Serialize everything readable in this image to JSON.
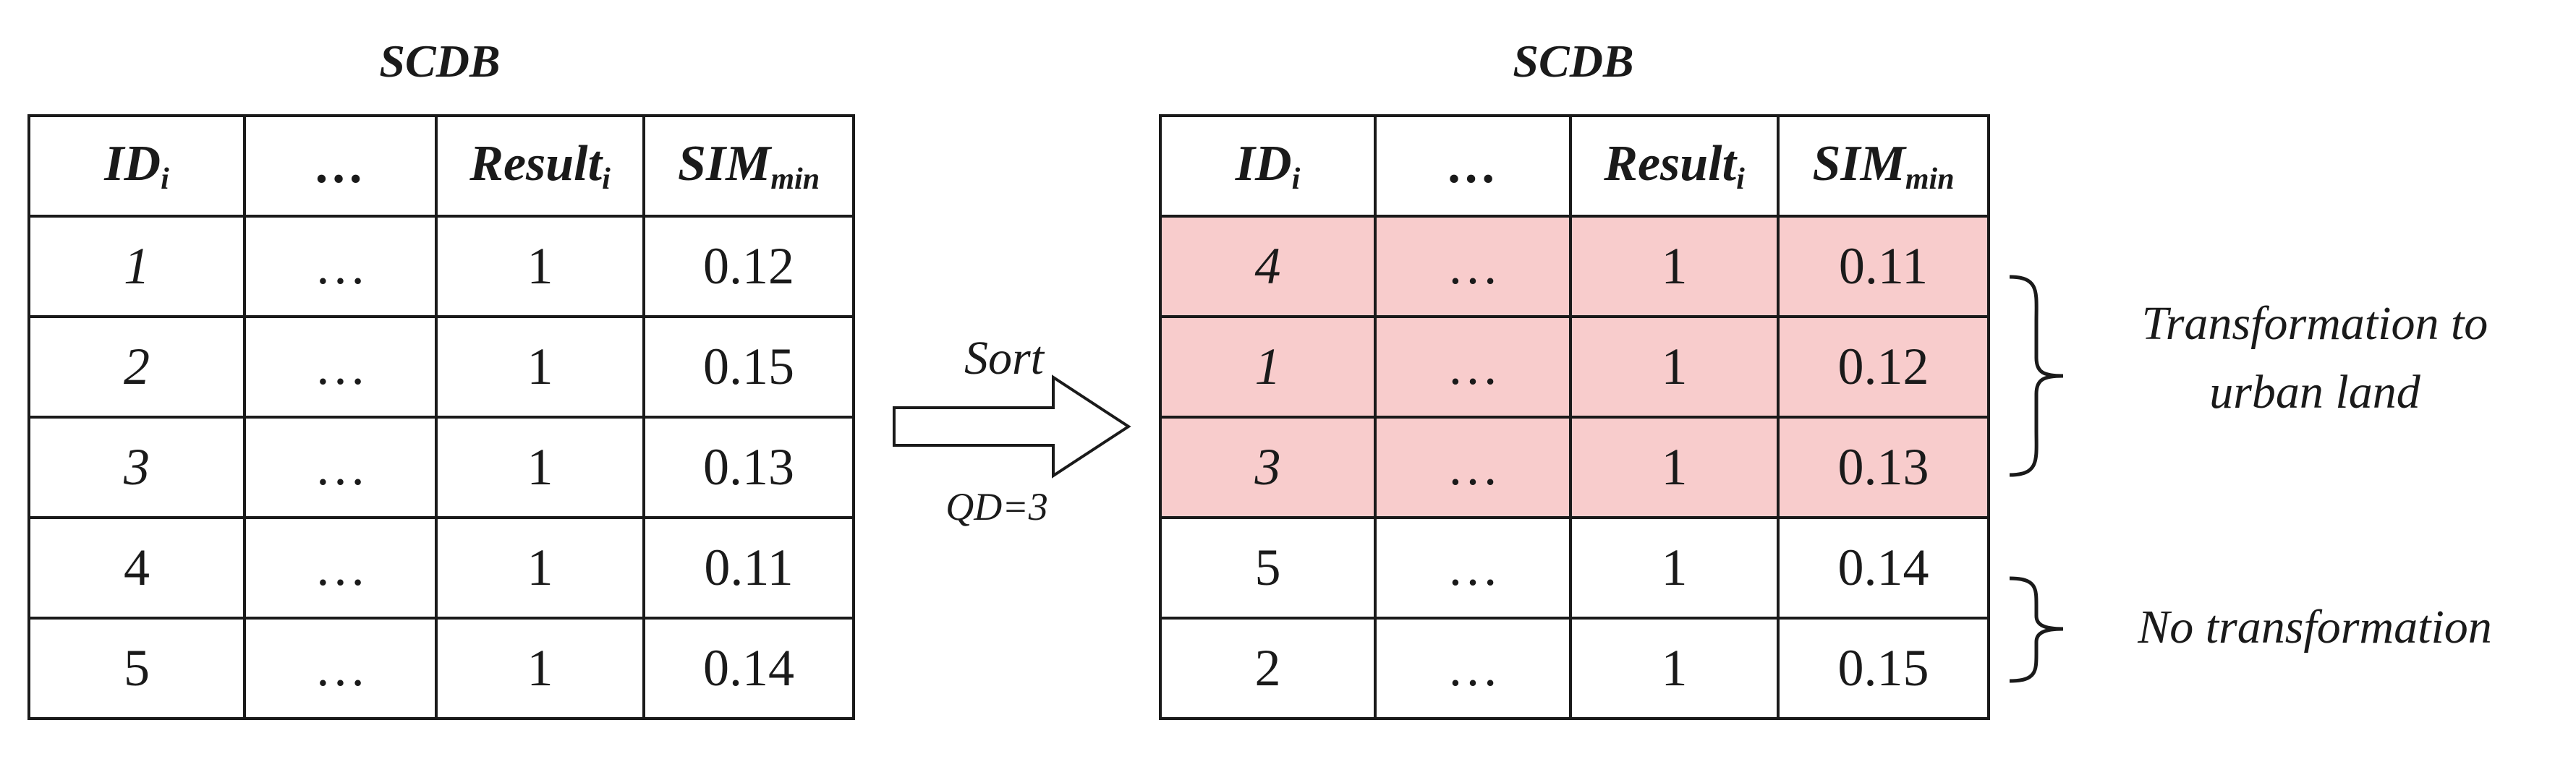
{
  "left": {
    "title": "SCDB",
    "headers": [
      "ID",
      "…",
      "Result",
      "SIM"
    ],
    "header_subs": [
      "i",
      "",
      "i",
      "min"
    ],
    "rows": [
      [
        "1",
        "…",
        "1",
        "0.12"
      ],
      [
        "2",
        "…",
        "1",
        "0.15"
      ],
      [
        "3",
        "…",
        "1",
        "0.13"
      ],
      [
        "4",
        "…",
        "1",
        "0.11"
      ],
      [
        "5",
        "…",
        "1",
        "0.14"
      ]
    ]
  },
  "right": {
    "title": "SCDB",
    "headers": [
      "ID",
      "…",
      "Result",
      "SIM"
    ],
    "header_subs": [
      "i",
      "",
      "i",
      "min"
    ],
    "rows": [
      [
        "4",
        "…",
        "1",
        "0.11"
      ],
      [
        "1",
        "…",
        "1",
        "0.12"
      ],
      [
        "3",
        "…",
        "1",
        "0.13"
      ],
      [
        "5",
        "…",
        "1",
        "0.14"
      ],
      [
        "2",
        "…",
        "1",
        "0.15"
      ]
    ],
    "highlight_color": "#f8cccc"
  },
  "arrow": {
    "top_label": "Sort",
    "bottom_label": "QD=3"
  },
  "annotations": {
    "transform_line1": "Transformation to",
    "transform_line2": "urban land",
    "no_transform": "No transformation"
  }
}
